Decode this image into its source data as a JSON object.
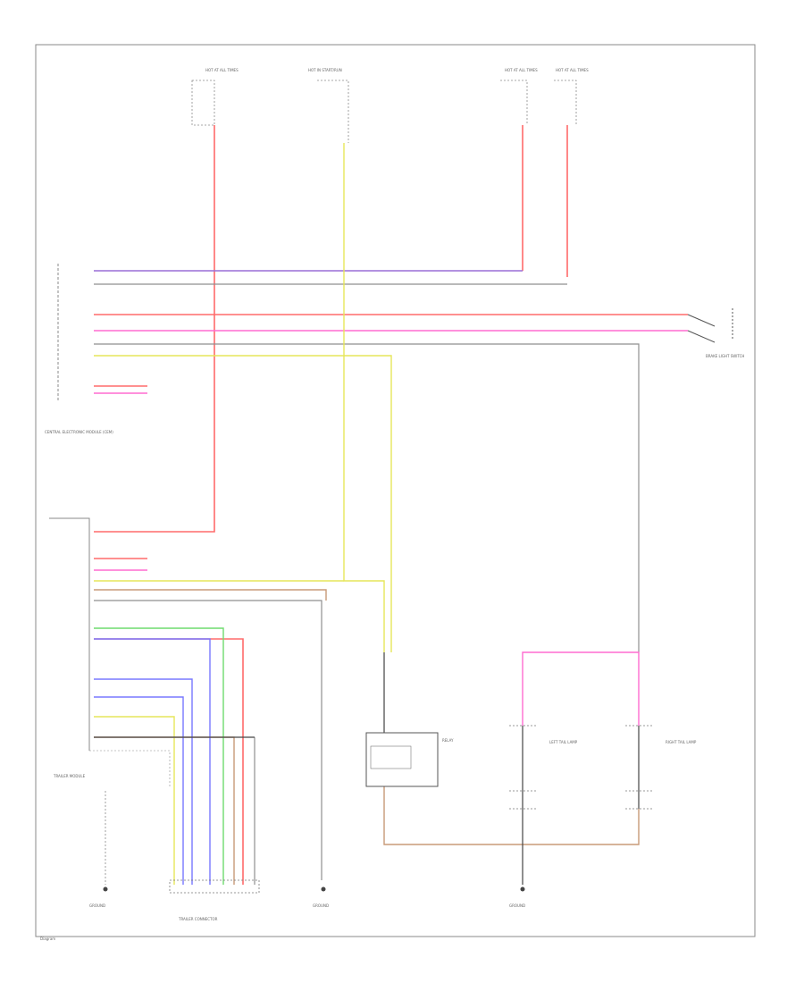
{
  "colors": {
    "red": "#ff6b6b",
    "violet": "#9a6fd6",
    "pink": "#ff6bd0",
    "yellow": "#e6e65a",
    "gray": "#8f8f8f",
    "green": "#6fdc6f",
    "blue": "#7878ff",
    "brown": "#c89a78",
    "black": "#444444"
  },
  "labels": {
    "fuse_a": "HOT AT ALL TIMES",
    "fuse_b": "HOT IN START/RUN",
    "fuse_c": "HOT AT ALL TIMES",
    "fuse_d": "HOT AT ALL TIMES",
    "module_top": "CENTRAL ELECTRONIC MODULE (CEM)",
    "module_bottom": "TRAILER MODULE",
    "relay": "RELAY",
    "brake_switch": "BRAKE LIGHT SWITCH",
    "lamp_left": "LEFT TAIL LAMP",
    "lamp_right": "RIGHT TAIL LAMP",
    "ground_left": "GROUND",
    "ground_mid": "GROUND",
    "ground_right": "GROUND",
    "connector_bottom": "TRAILER CONNECTOR",
    "footer": "Diagram"
  }
}
